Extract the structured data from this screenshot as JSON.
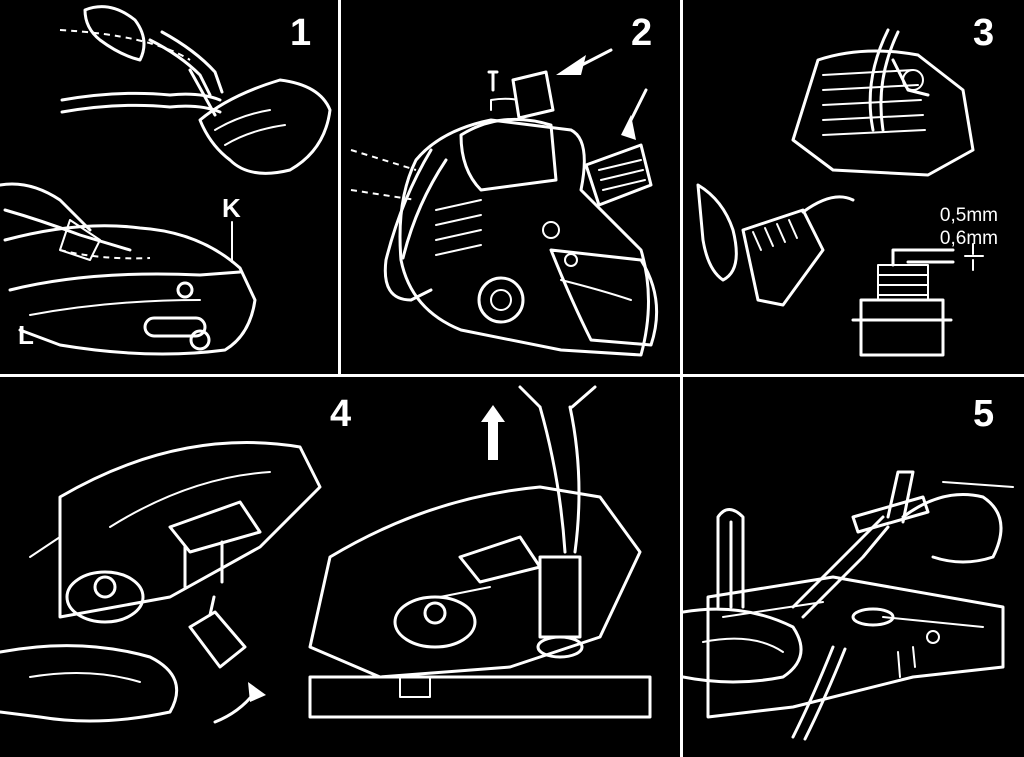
{
  "panels": [
    {
      "number": "1",
      "labels": {
        "k": "K",
        "l": "L"
      }
    },
    {
      "number": "2"
    },
    {
      "number": "3",
      "measurements": [
        "0,5mm",
        "0,6mm"
      ]
    },
    {
      "number": "4"
    },
    {
      "number": "5"
    }
  ],
  "colors": {
    "background": "#000000",
    "ink": "#ffffff"
  }
}
